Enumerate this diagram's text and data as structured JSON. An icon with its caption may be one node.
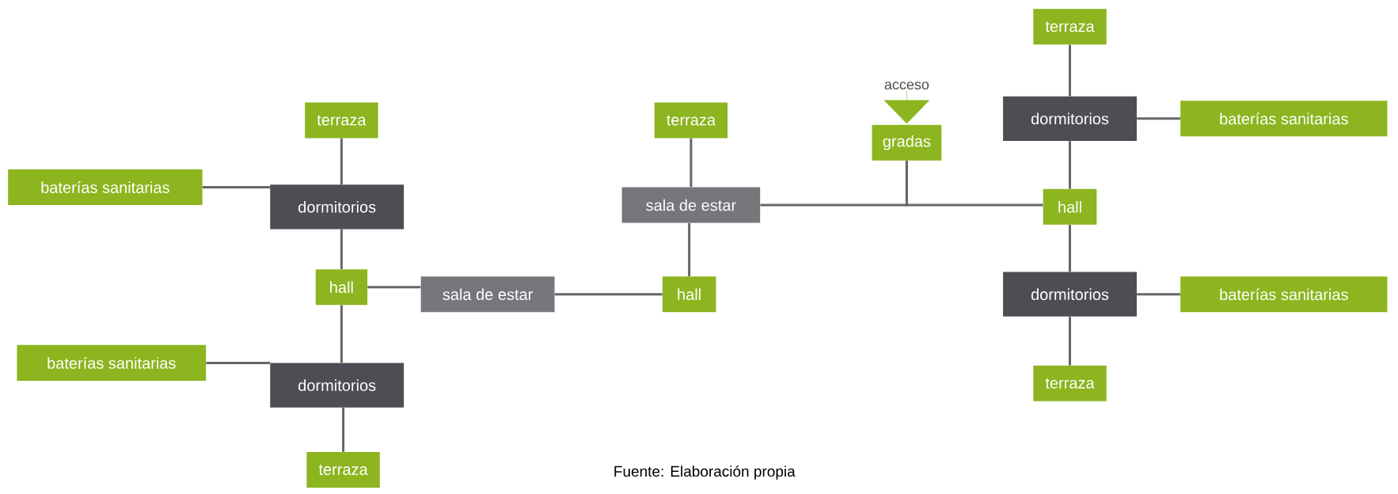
{
  "diagram": {
    "caption": "Fuente: Elaboración propia",
    "nodes": [
      {
        "text": [
          "terraza"
        ]
      },
      {
        "text": [
          "baterías sanitarias"
        ]
      },
      {
        "text": [
          "dormitorios"
        ]
      },
      {
        "text": [
          "hall"
        ]
      },
      {
        "text": [
          "sala de estar"
        ]
      },
      {
        "text": [
          "hall"
        ]
      },
      {
        "text": [
          "baterías sanitarias"
        ]
      },
      {
        "text": [
          "dormitorios"
        ]
      },
      {
        "text": [
          "terraza"
        ]
      },
      {
        "text": [
          "terraza"
        ]
      },
      {
        "text": [
          "sala de estar"
        ]
      },
      {
        "text": [
          "acceso"
        ]
      },
      {
        "text": [
          "gradas"
        ]
      },
      {
        "text": [
          "terraza"
        ]
      },
      {
        "text": [
          "dormitorios"
        ]
      },
      {
        "text": [
          "baterías sanitarias"
        ]
      },
      {
        "text": [
          "hall"
        ]
      },
      {
        "text": [
          "dormitorios"
        ]
      },
      {
        "text": [
          "baterías sanitarias"
        ]
      },
      {
        "text": [
          "terraza"
        ]
      }
    ],
    "edges": [
      {
        "from": 0,
        "to": 2,
        "arrow": "none"
      },
      {
        "from": 1,
        "to": 2,
        "arrow": "none"
      },
      {
        "from": 2,
        "to": 3,
        "arrow": "none"
      },
      {
        "from": 3,
        "to": 4,
        "arrow": "none"
      },
      {
        "from": 4,
        "to": 5,
        "arrow": "none"
      },
      {
        "from": 5,
        "to": 10,
        "arrow": "none"
      },
      {
        "from": 3,
        "to": 7,
        "arrow": "none"
      },
      {
        "from": 6,
        "to": 7,
        "arrow": "none"
      },
      {
        "from": 7,
        "to": 8,
        "arrow": "none"
      },
      {
        "from": 9,
        "to": 10,
        "arrow": "none"
      },
      {
        "from": 11,
        "to": 12,
        "arrow": "to",
        "color": "#8cb51f"
      },
      {
        "from": 12,
        "to": 10,
        "arrow": "none"
      },
      {
        "from": 12,
        "to": 16,
        "arrow": "none"
      },
      {
        "from": 13,
        "to": 14,
        "arrow": "none"
      },
      {
        "from": 14,
        "to": 15,
        "arrow": "none"
      },
      {
        "from": 14,
        "to": 16,
        "arrow": "none"
      },
      {
        "from": 16,
        "to": 17,
        "arrow": "none"
      },
      {
        "from": 17,
        "to": 18,
        "arrow": "none"
      },
      {
        "from": 17,
        "to": 19,
        "arrow": "none"
      }
    ]
  }
}
